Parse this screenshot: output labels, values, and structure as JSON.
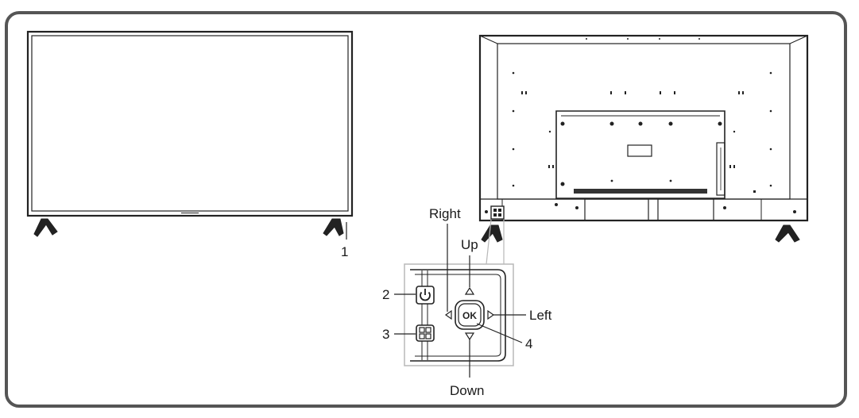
{
  "callouts": {
    "front_stand": "1",
    "power_button": "2",
    "menu_button": "3",
    "ok_button": "4"
  },
  "directions": {
    "right": "Right",
    "up": "Up",
    "left": "Left",
    "down": "Down"
  },
  "buttons": {
    "ok_text": "OK"
  },
  "colors": {
    "frame": "#555555",
    "line": "#222222",
    "panel_border": "#b8b8b8"
  }
}
